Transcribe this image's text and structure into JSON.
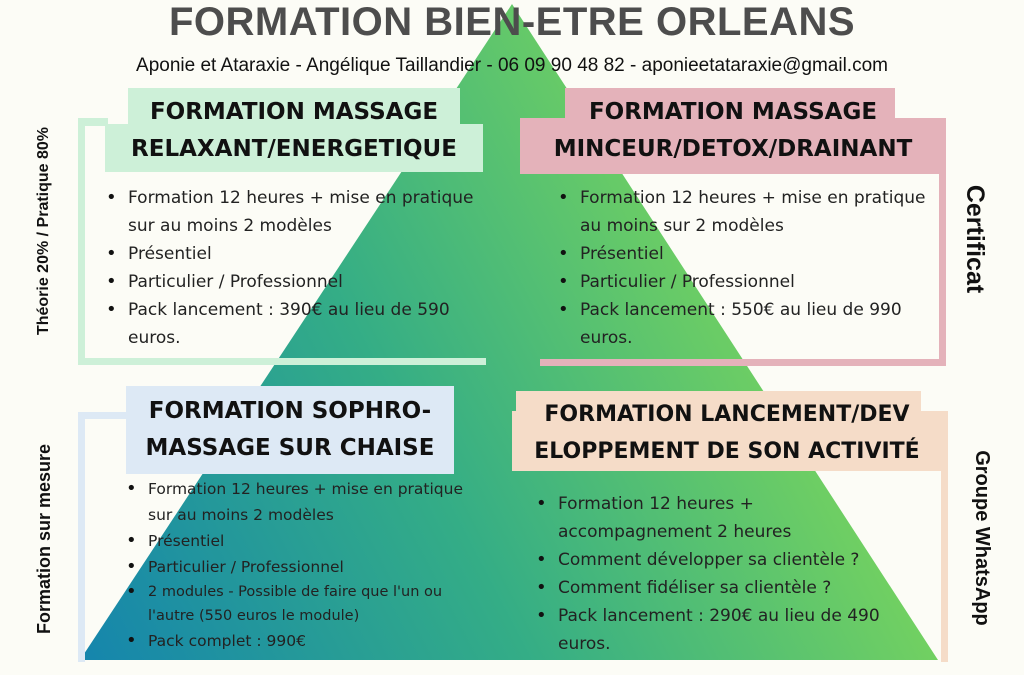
{
  "header": {
    "title": "FORMATION BIEN-ETRE ORLEANS",
    "subtitle": "Aponie et Ataraxie - Angélique Taillandier - 06 09 90 48 82 - aponieetataraxie@gmail.com"
  },
  "side_labels": {
    "top_left": "Théorie 20% / Pratique 80%",
    "bottom_left": "Formation sur mesure",
    "top_right": "Certificat",
    "bottom_right": "Groupe WhatsApp"
  },
  "colors": {
    "background": "#fcfcf6",
    "title": "#4d4d4d",
    "card_green": "#cdf0d8",
    "card_pink": "#e4b2ba",
    "card_blue": "#dde9f5",
    "card_peach": "#f5dcc8",
    "triangle_left": "#1a8aa8",
    "triangle_mid": "#3bb07e",
    "triangle_right": "#7ed85a"
  },
  "cards": [
    {
      "title_line1": "FORMATION MASSAGE",
      "title_line2": "RELAXANT/ENERGETIQUE",
      "items": [
        "Formation 12 heures + mise en pratique sur au moins 2 modèles",
        "Présentiel",
        "Particulier / Professionnel",
        "Pack lancement : 390€ au lieu de 590 euros."
      ]
    },
    {
      "title_line1": "FORMATION MASSAGE",
      "title_line2": "MINCEUR/DETOX/DRAINANT",
      "items": [
        "Formation 12 heures + mise en pratique au moins sur 2 modèles",
        "Présentiel",
        "Particulier / Professionnel",
        "Pack lancement : 550€ au lieu de 990 euros."
      ]
    },
    {
      "title_line1": "FORMATION SOPHRO-",
      "title_line2": "MASSAGE SUR CHAISE",
      "items": [
        "Formation 12 heures + mise en pratique sur au moins 2 modèles",
        "Présentiel",
        "Particulier / Professionnel",
        "2 modules - Possible de faire que l'un ou l'autre (550 euros le module)",
        "Pack complet : 990€"
      ]
    },
    {
      "title_line1": "FORMATION LANCEMENT/DEV",
      "title_line2": "ELOPPEMENT DE SON ACTIVITÉ",
      "items": [
        "Formation 12 heures + accompagnement 2 heures",
        "Comment développer sa clientèle ?",
        "Comment fidéliser sa clientèle ?",
        "Pack lancement : 290€ au lieu de 490 euros."
      ]
    }
  ]
}
